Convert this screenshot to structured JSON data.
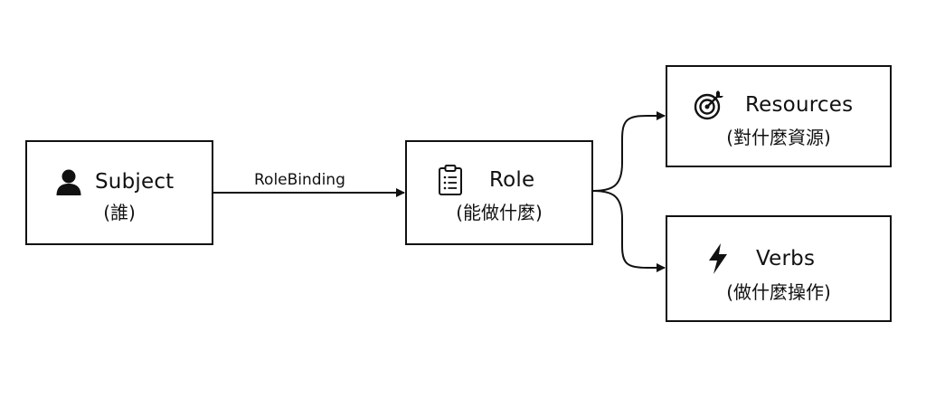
{
  "diagram": {
    "edges": {
      "subject_to_role": {
        "label": "RoleBinding"
      }
    },
    "nodes": {
      "subject": {
        "title": "Subject",
        "subtitle": "(誰)",
        "icon": "person-icon"
      },
      "role": {
        "title": "Role",
        "subtitle": "(能做什麼)",
        "icon": "clipboard-list-icon"
      },
      "resources": {
        "title": "Resources",
        "subtitle": "(對什麼資源)",
        "icon": "target-icon"
      },
      "verbs": {
        "title": "Verbs",
        "subtitle": "(做什麼操作)",
        "icon": "lightning-bolt-icon"
      }
    },
    "colors": {
      "stroke": "#111111",
      "background": "#ffffff"
    }
  }
}
